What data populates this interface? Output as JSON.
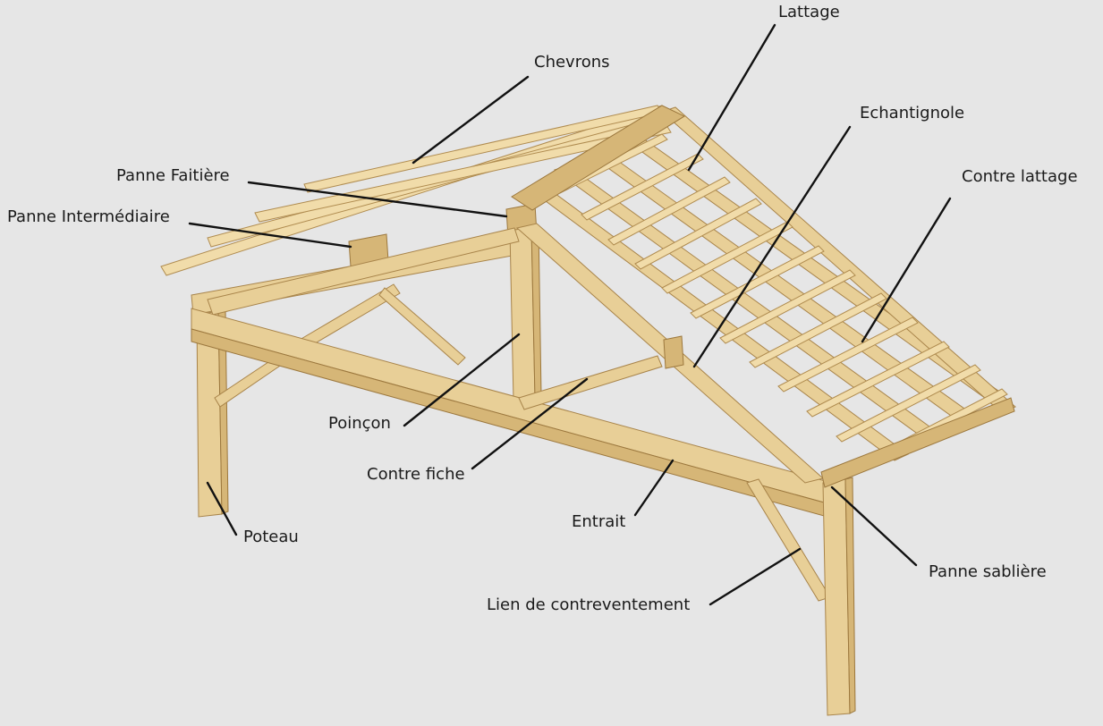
{
  "diagram": {
    "labels": {
      "lattage": "Lattage",
      "chevrons": "Chevrons",
      "echantignole": "Echantignole",
      "contre_lattage": "Contre lattage",
      "panne_faitiere": "Panne Faitière",
      "panne_intermediaire": "Panne Intermédiaire",
      "poincon": "Poinçon",
      "contre_fiche": "Contre fiche",
      "poteau": "Poteau",
      "entrait": "Entrait",
      "panne_sabliere": "Panne sablière",
      "lien_de_contreventement": "Lien de contreventement"
    },
    "colors": {
      "background": "#e6e6e6",
      "wood": "#e8cf97",
      "wood_shadow": "#d6b677",
      "leader": "#111111"
    }
  }
}
